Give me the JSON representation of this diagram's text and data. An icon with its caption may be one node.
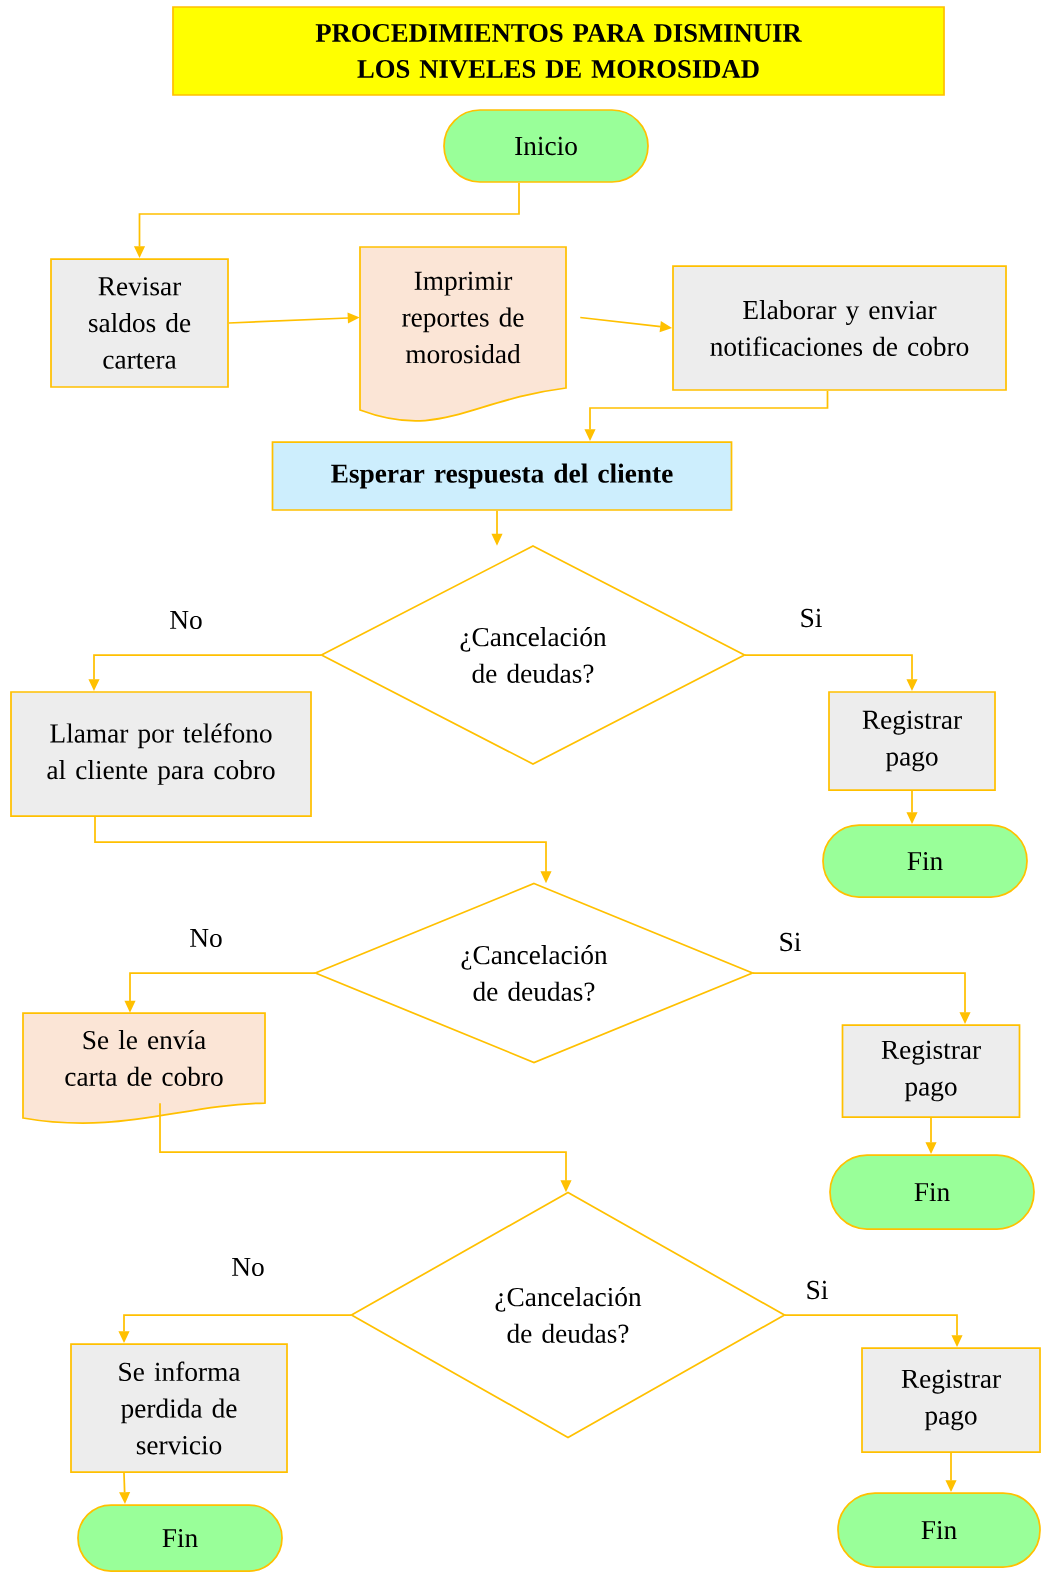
{
  "diagram": {
    "title": "PROCEDIMIENTOS PARA DISMINUIR LOS NIVELES DE MOROSIDAD",
    "nodes": [
      {
        "text": [
          "Inicio"
        ]
      },
      {
        "text": [
          "Revisar saldos de cartera"
        ]
      },
      {
        "text": [
          "Imprimir reportes de morosidad"
        ]
      },
      {
        "text": [
          "Elaborar y enviar notificaciones de cobro"
        ]
      },
      {
        "text": [
          "Esperar respuesta del cliente"
        ]
      },
      {
        "text": [
          "¿Cancelación de deudas?"
        ]
      },
      {
        "text": [
          "Llamar por teléfono al cliente para cobro"
        ]
      },
      {
        "text": [
          "Registrar pago"
        ]
      },
      {
        "text": [
          "Fin"
        ]
      },
      {
        "text": [
          "¿Cancelación de deudas?"
        ]
      },
      {
        "text": [
          "Se le envía carta de cobro"
        ]
      },
      {
        "text": [
          "Registrar pago"
        ]
      },
      {
        "text": [
          "Fin"
        ]
      },
      {
        "text": [
          "¿Cancelación de deudas?"
        ]
      },
      {
        "text": [
          "Se informa perdida de servicio"
        ]
      },
      {
        "text": [
          "Registrar pago"
        ]
      },
      {
        "text": [
          "Fin"
        ]
      },
      {
        "text": [
          "Fin"
        ]
      }
    ],
    "edges": [
      {
        "from": 0,
        "to": 1,
        "arrow": "to"
      },
      {
        "from": 1,
        "to": 2,
        "arrow": "to"
      },
      {
        "from": 2,
        "to": 3,
        "arrow": "to"
      },
      {
        "from": 3,
        "to": 4,
        "arrow": "to"
      },
      {
        "from": 4,
        "to": 5,
        "arrow": "to"
      },
      {
        "from": 5,
        "to": 6,
        "arrow": "to",
        "label": "No"
      },
      {
        "from": 5,
        "to": 7,
        "arrow": "to",
        "label": "Si"
      },
      {
        "from": 7,
        "to": 8,
        "arrow": "to"
      },
      {
        "from": 6,
        "to": 9,
        "arrow": "to"
      },
      {
        "from": 9,
        "to": 10,
        "arrow": "to",
        "label": "No"
      },
      {
        "from": 9,
        "to": 11,
        "arrow": "to",
        "label": "Si"
      },
      {
        "from": 11,
        "to": 12,
        "arrow": "to"
      },
      {
        "from": 10,
        "to": 13,
        "arrow": "to"
      },
      {
        "from": 13,
        "to": 14,
        "arrow": "to",
        "label": "No"
      },
      {
        "from": 13,
        "to": 15,
        "arrow": "to",
        "label": "Si"
      },
      {
        "from": 14,
        "to": 16,
        "arrow": "to"
      },
      {
        "from": 15,
        "to": 17,
        "arrow": "to"
      }
    ]
  }
}
